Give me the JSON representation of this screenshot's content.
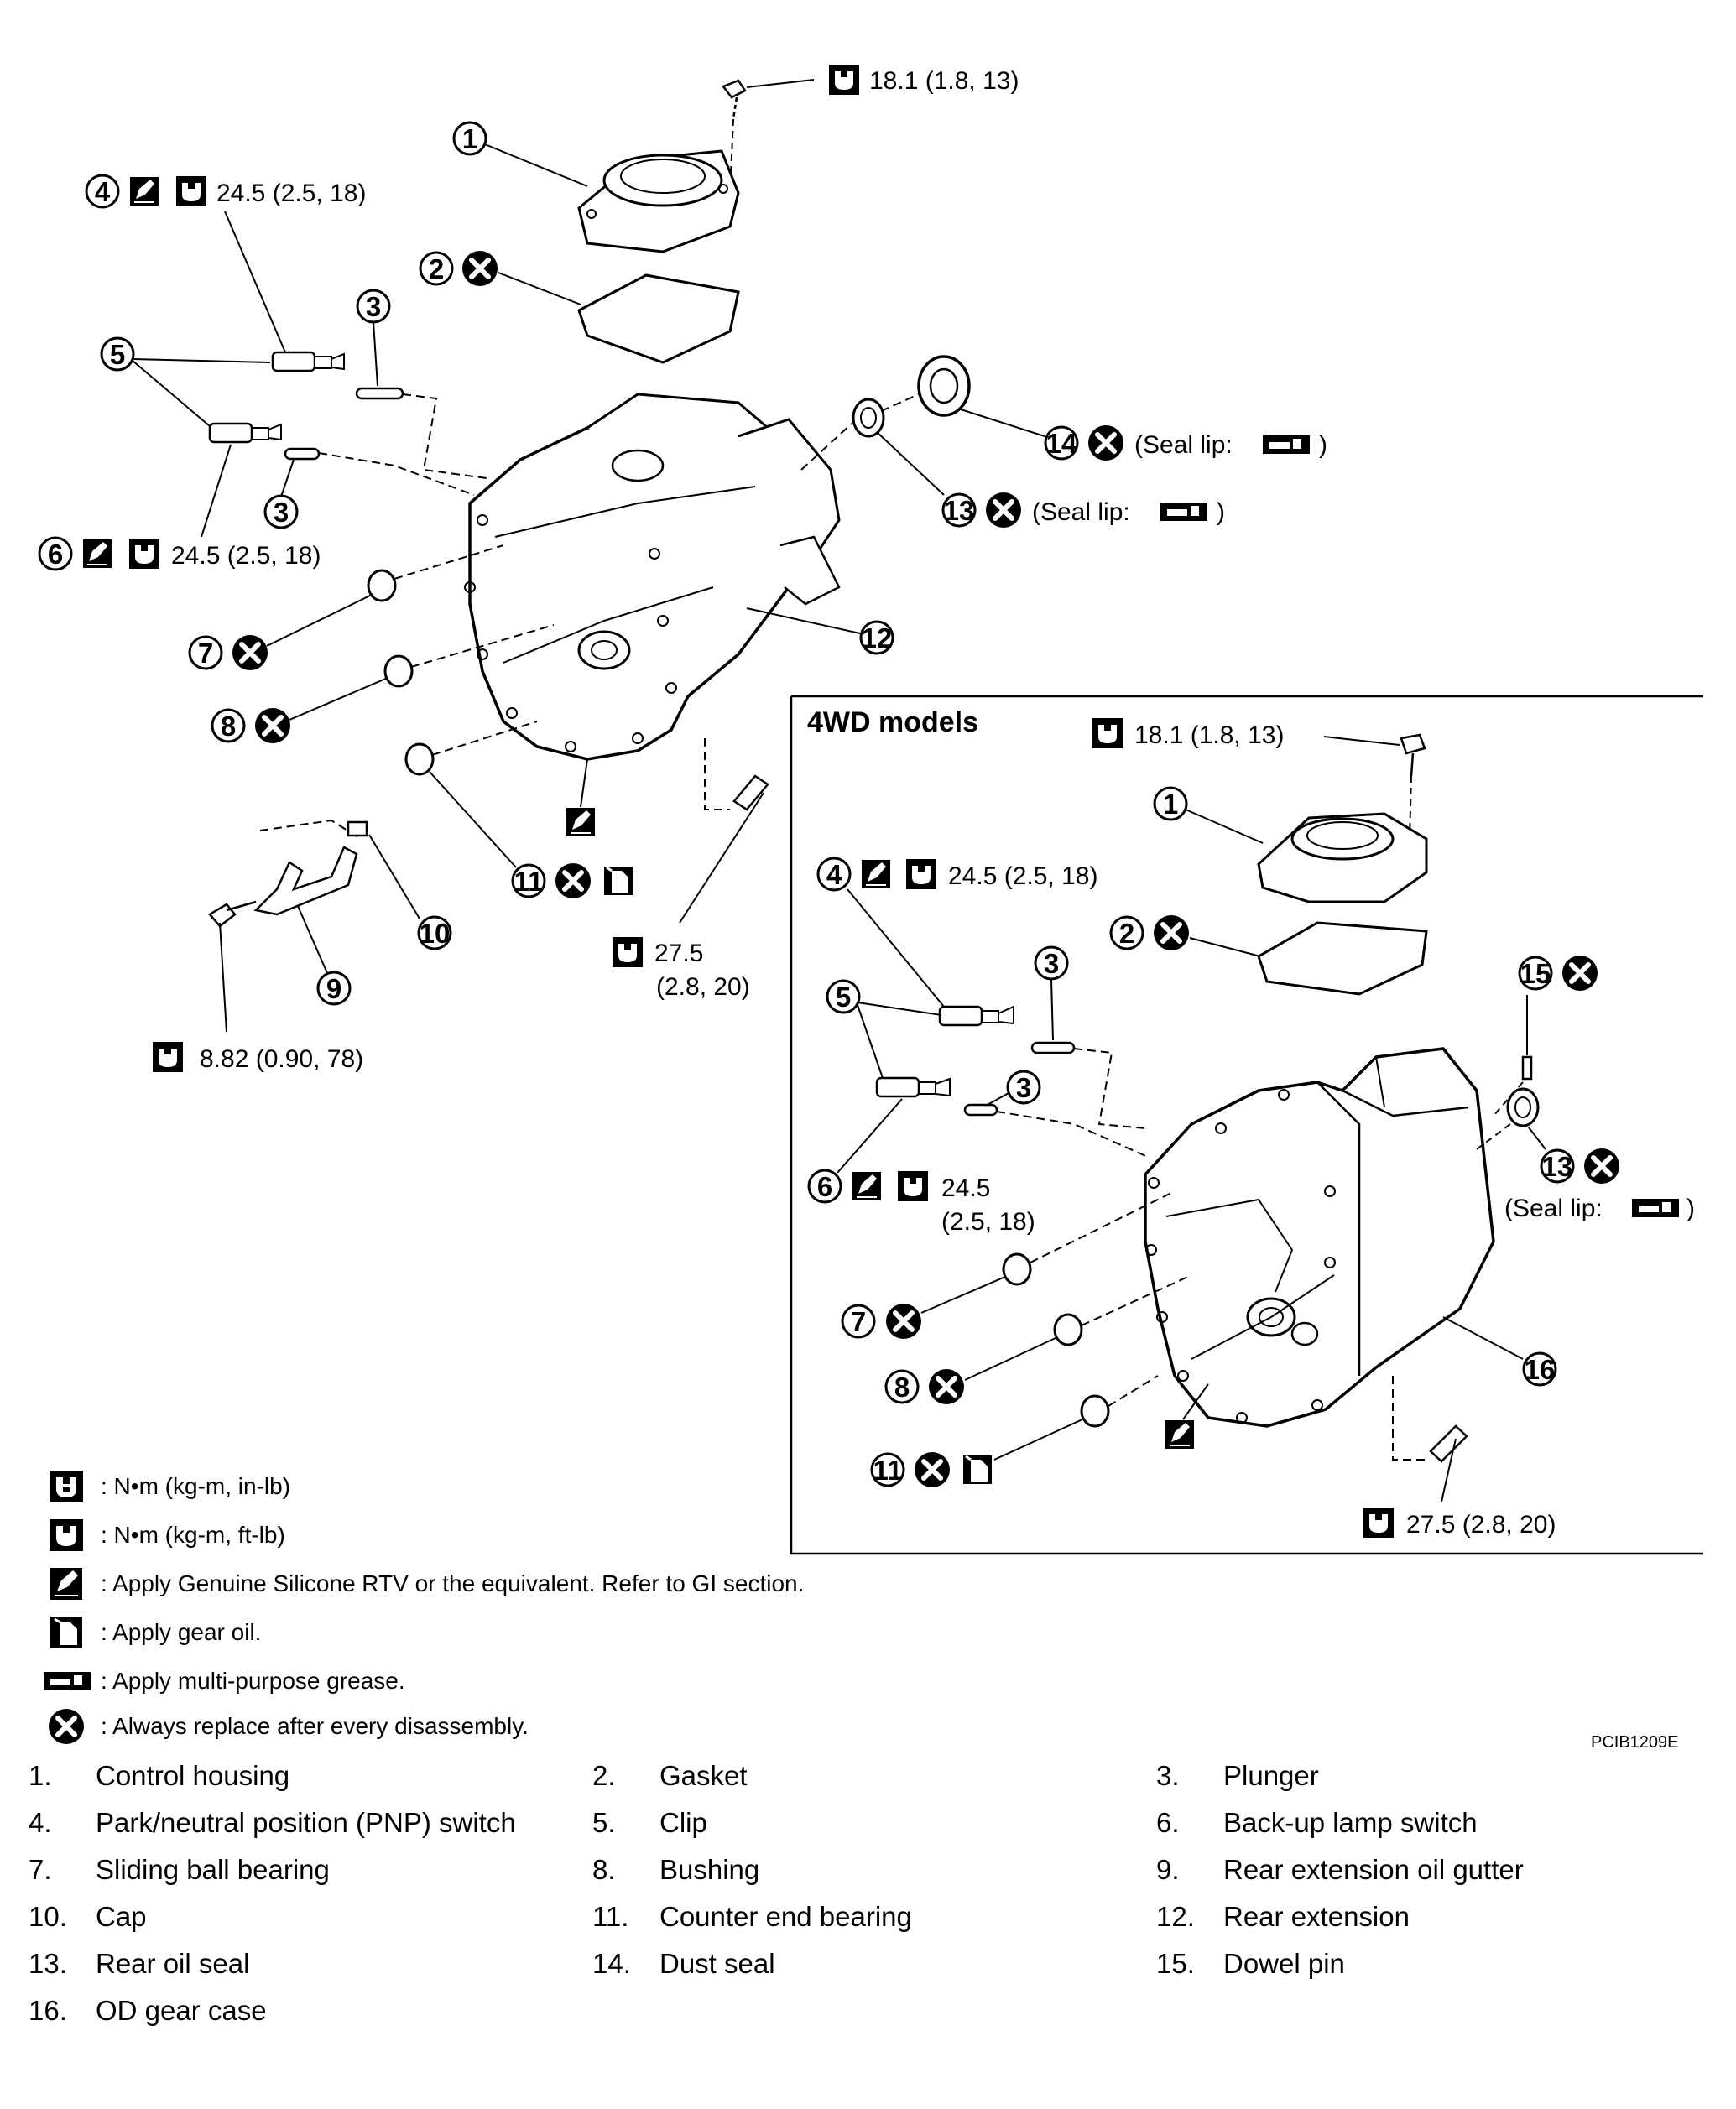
{
  "torque_labels": {
    "main_top_bolt": "18.1  (1.8,  13)",
    "pnp_switch": "24.5  (2.5,  18)",
    "backup_switch": "24.5  (2.5,  18)",
    "rear_ext_bolt_a": "27.5",
    "rear_ext_bolt_b": "(2.8,  20)",
    "gutter_bolt": "8.82  (0.90,  78)",
    "inset_top_bolt": "18.1  (1.8,  13)",
    "inset_pnp": "24.5  (2.5,  18)",
    "inset_backup_a": "24.5",
    "inset_backup_b": "(2.5,  18)",
    "inset_bolt": "27.5  (2.8,  20)"
  },
  "seal_lip_open": "(Seal lip:",
  "seal_lip_close": ")",
  "inset_title": "4WD models",
  "callout_numbers": [
    "1",
    "2",
    "3",
    "4",
    "5",
    "6",
    "7",
    "8",
    "9",
    "10",
    "11",
    "12",
    "13",
    "14",
    "15",
    "16"
  ],
  "legend": [
    {
      "icon": "torque-inlb-icon",
      "text": ": N•m (kg-m, in-lb)"
    },
    {
      "icon": "torque-ftlb-icon",
      "text": ": N•m (kg-m, ft-lb)"
    },
    {
      "icon": "sealant-icon",
      "text": ": Apply Genuine Silicone RTV or the equivalent. Refer to GI section."
    },
    {
      "icon": "gear-oil-icon",
      "text": ": Apply gear oil."
    },
    {
      "icon": "grease-icon",
      "text": ": Apply multi-purpose grease."
    },
    {
      "icon": "replace-icon",
      "text": ": Always replace after every disassembly."
    }
  ],
  "figure_code": "PCIB1209E",
  "parts": [
    {
      "num": "1.",
      "name": "Control housing"
    },
    {
      "num": "2.",
      "name": "Gasket"
    },
    {
      "num": "3.",
      "name": "Plunger"
    },
    {
      "num": "4.",
      "name": "Park/neutral position (PNP) switch"
    },
    {
      "num": "5.",
      "name": "Clip"
    },
    {
      "num": "6.",
      "name": "Back-up lamp switch"
    },
    {
      "num": "7.",
      "name": "Sliding ball bearing"
    },
    {
      "num": "8.",
      "name": "Bushing"
    },
    {
      "num": "9.",
      "name": "Rear extension oil gutter"
    },
    {
      "num": "10.",
      "name": "Cap"
    },
    {
      "num": "11.",
      "name": "Counter end bearing"
    },
    {
      "num": "12.",
      "name": "Rear extension"
    },
    {
      "num": "13.",
      "name": "Rear oil seal"
    },
    {
      "num": "14.",
      "name": "Dust seal"
    },
    {
      "num": "15.",
      "name": "Dowel pin"
    },
    {
      "num": "16.",
      "name": "OD gear case"
    }
  ]
}
